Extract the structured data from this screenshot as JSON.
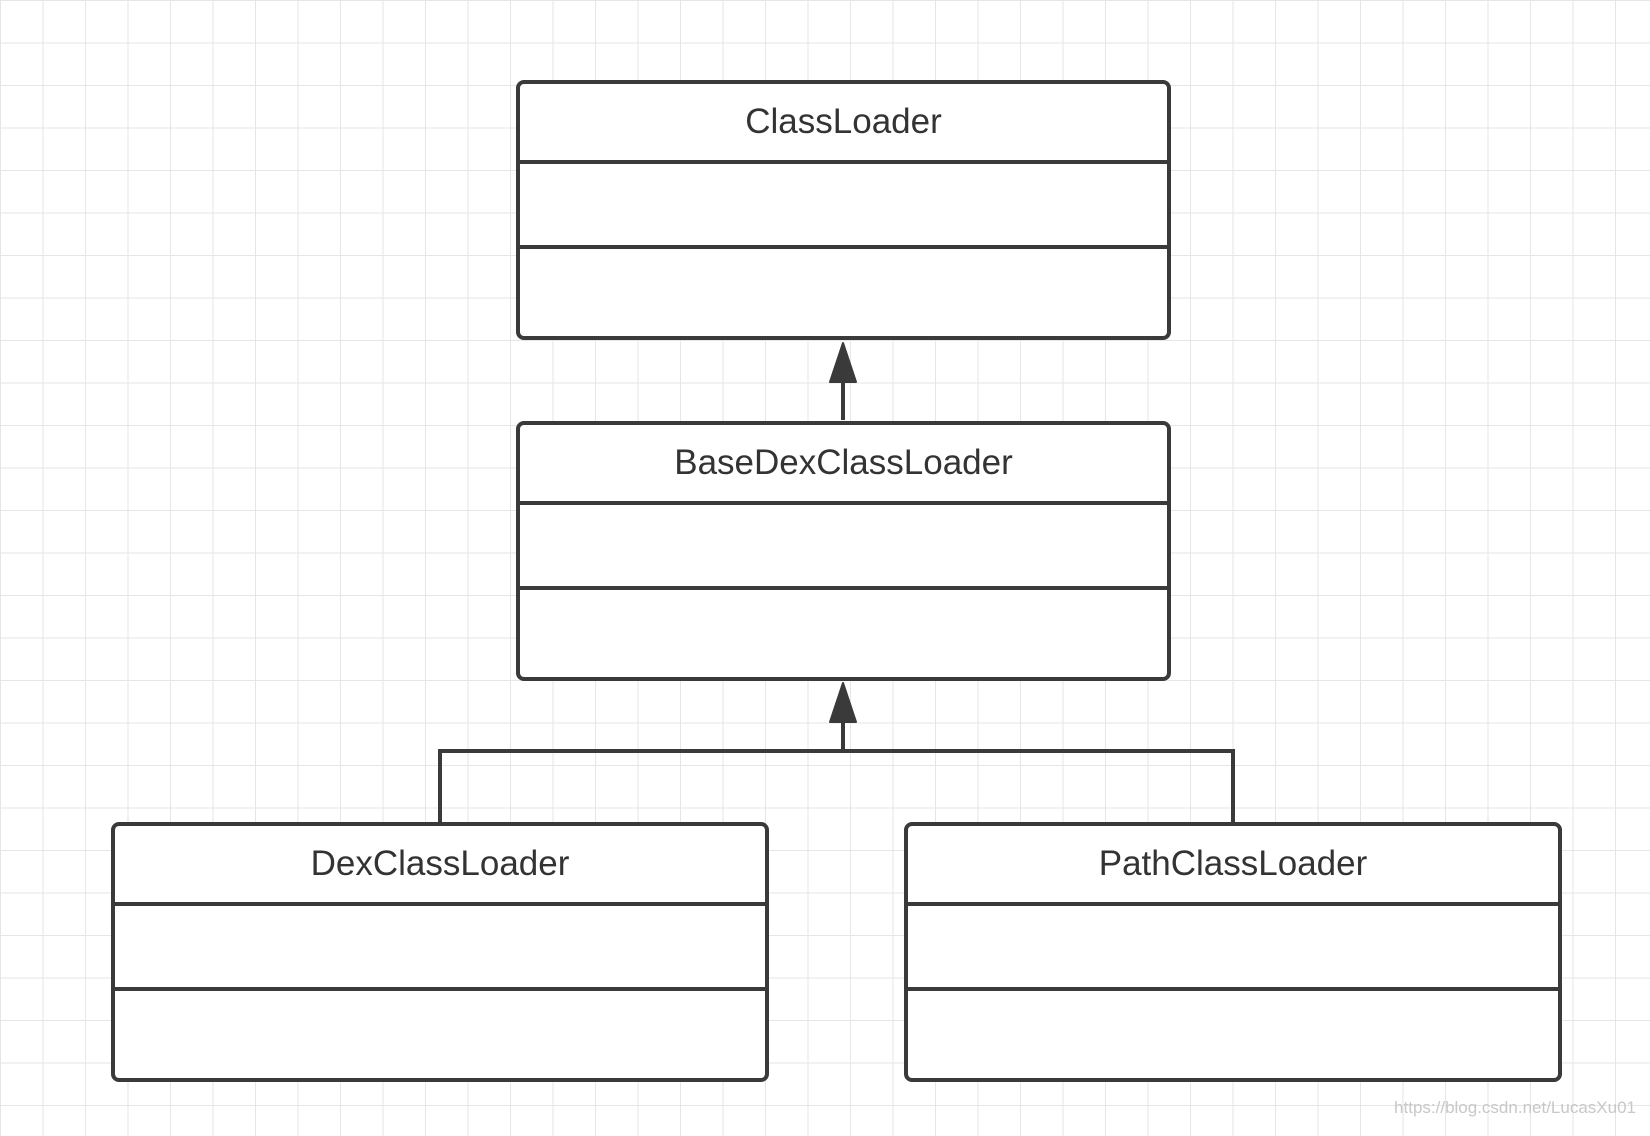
{
  "diagram": {
    "classes": [
      {
        "id": "classloader",
        "name": "ClassLoader",
        "attributes": [],
        "methods": []
      },
      {
        "id": "basedexclassloader",
        "name": "BaseDexClassLoader",
        "attributes": [],
        "methods": []
      },
      {
        "id": "dexclassloader",
        "name": "DexClassLoader",
        "attributes": [],
        "methods": []
      },
      {
        "id": "pathclassloader",
        "name": "PathClassLoader",
        "attributes": [],
        "methods": []
      }
    ],
    "relations": [
      {
        "type": "inheritance",
        "from": "basedexclassloader",
        "to": "classloader"
      },
      {
        "type": "inheritance",
        "from": "dexclassloader",
        "to": "basedexclassloader"
      },
      {
        "type": "inheritance",
        "from": "pathclassloader",
        "to": "basedexclassloader"
      }
    ],
    "colors": {
      "stroke": "#3a3a3a",
      "text": "#333333",
      "grid": "#e6e6e6",
      "background": "#ffffff"
    }
  },
  "watermark": "https://blog.csdn.net/LucasXu01"
}
